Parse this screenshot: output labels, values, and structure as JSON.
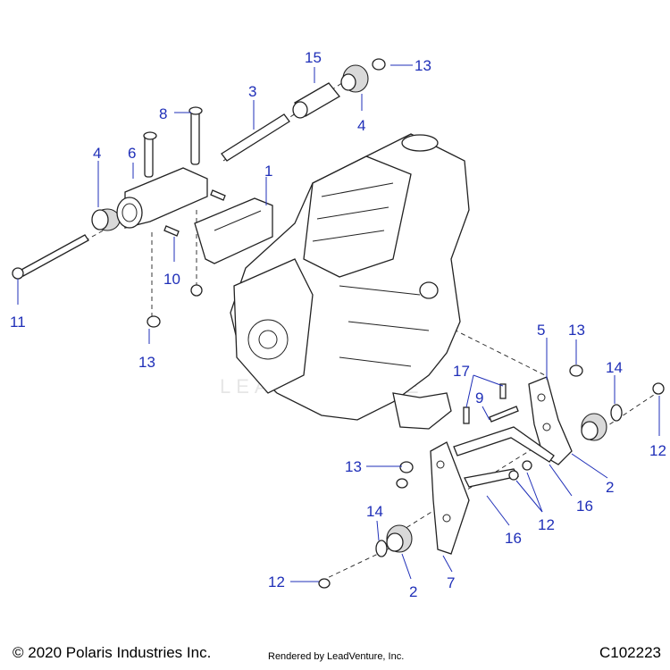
{
  "callouts": {
    "c1": "1",
    "c2a": "2",
    "c2b": "2",
    "c3": "3",
    "c4a": "4",
    "c4b": "4",
    "c5": "5",
    "c6": "6",
    "c7": "7",
    "c8": "8",
    "c9": "9",
    "c10": "10",
    "c11": "11",
    "c12a": "12",
    "c12b": "12",
    "c12c": "12",
    "c13a": "13",
    "c13b": "13",
    "c13c": "13",
    "c13d": "13",
    "c14a": "14",
    "c14b": "14",
    "c15": "15",
    "c16a": "16",
    "c16b": "16",
    "c17": "17"
  },
  "watermark": "LEADVENTURE",
  "footer": {
    "copyright": "© 2020 Polaris Industries Inc.",
    "rendered_by": "Rendered by LeadVenture, Inc.",
    "diagram_id": "C102223"
  },
  "colors": {
    "callout": "#1f2fb8"
  }
}
